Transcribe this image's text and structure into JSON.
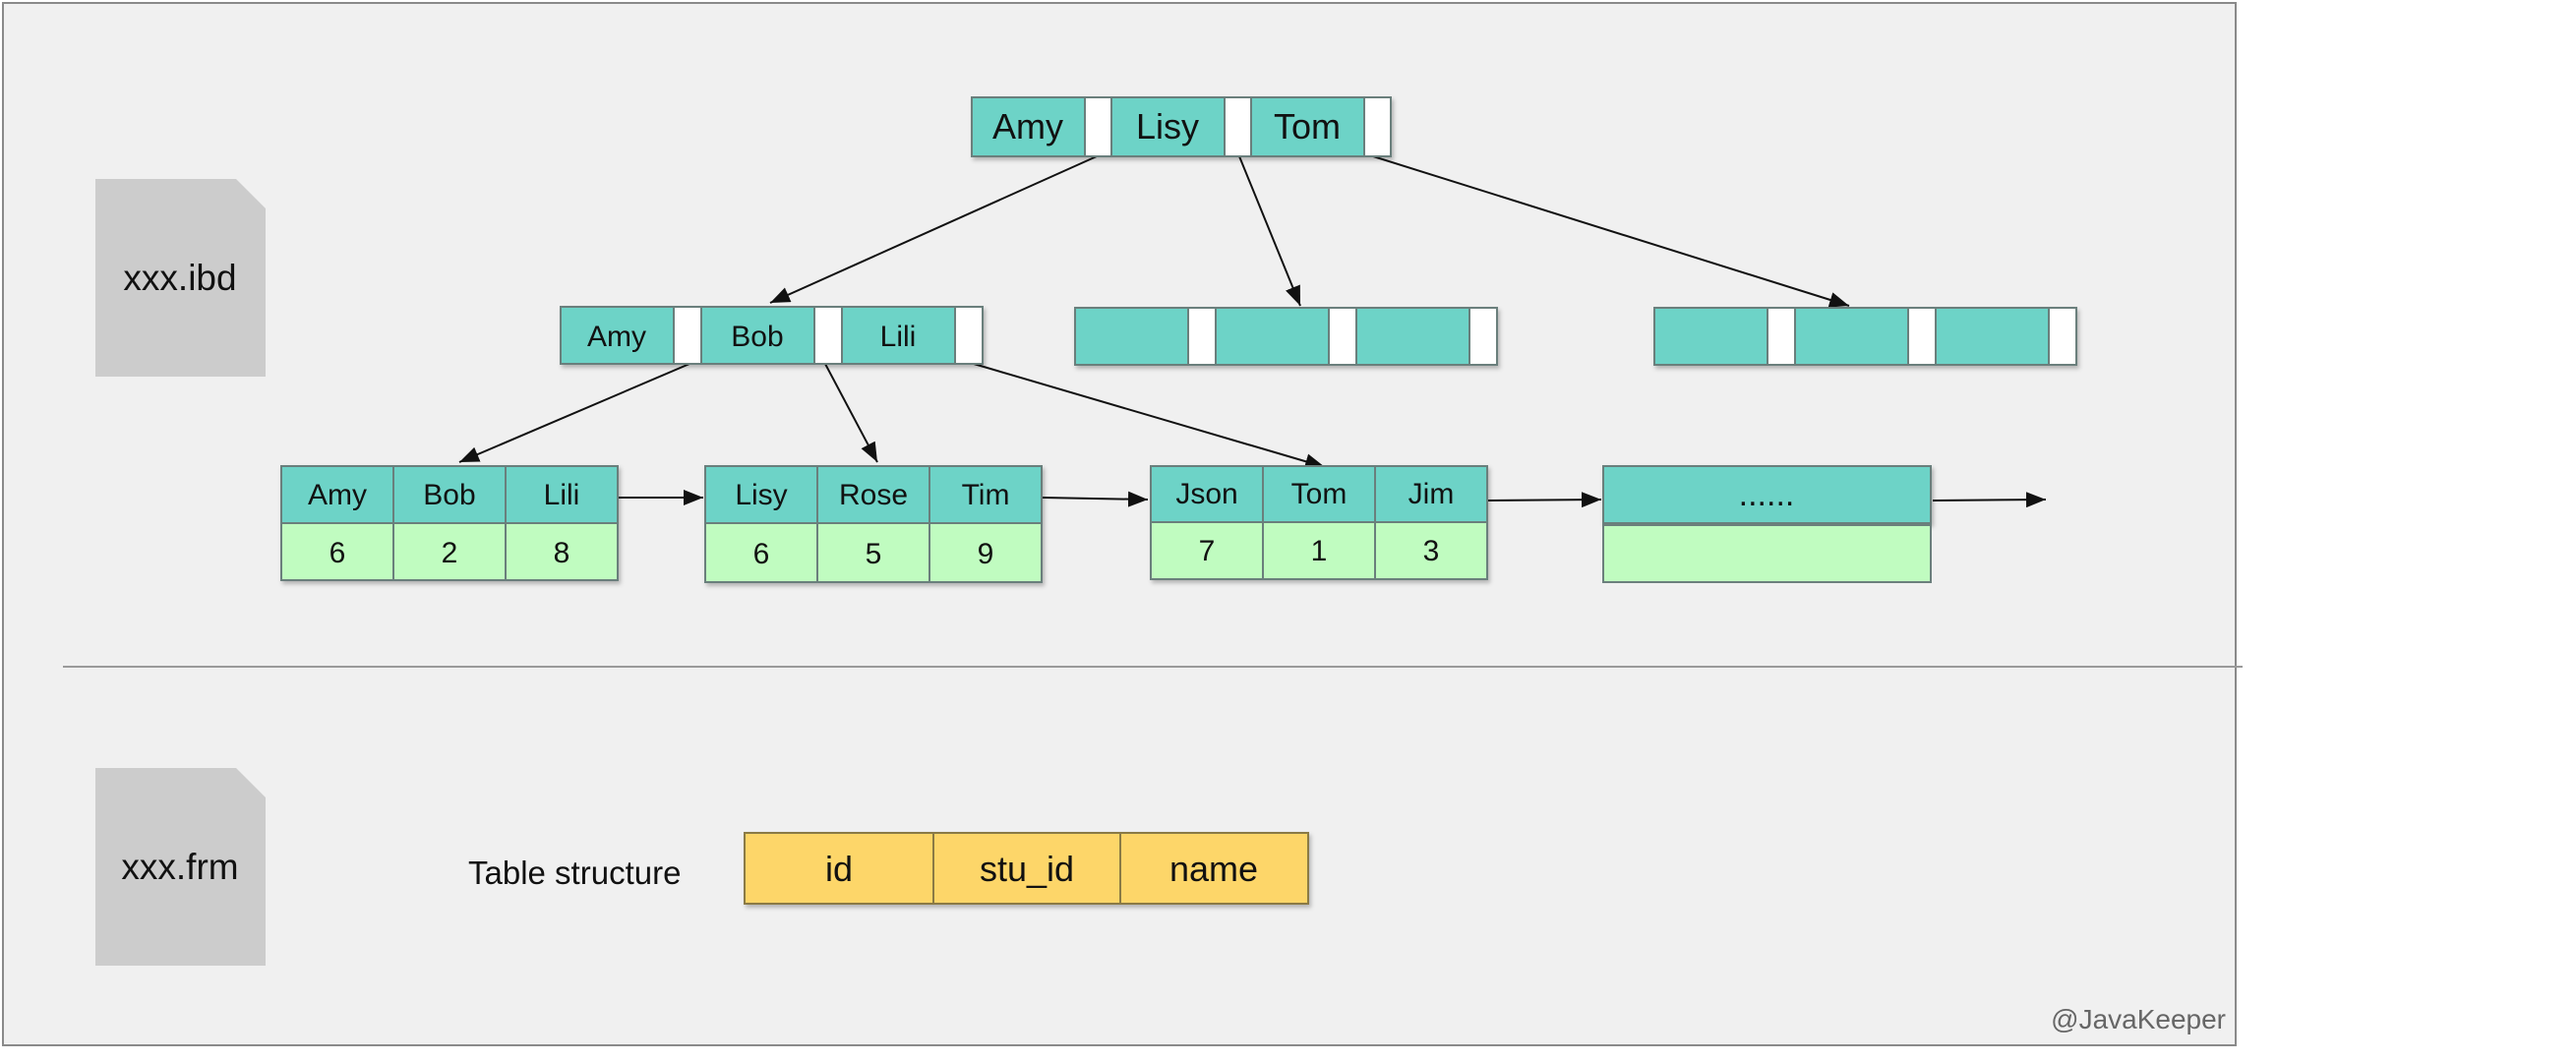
{
  "files": {
    "ibd_label": "xxx.ibd",
    "frm_label": "xxx.frm"
  },
  "tree": {
    "root": {
      "keys": [
        "Amy",
        "Lisy",
        "Tom"
      ]
    },
    "internal": [
      {
        "keys": [
          "Amy",
          "Bob",
          "Lili"
        ]
      },
      {
        "keys": [
          "",
          "",
          ""
        ]
      },
      {
        "keys": [
          "",
          "",
          ""
        ]
      }
    ],
    "leaves": [
      {
        "keys": [
          "Amy",
          "Bob",
          "Lili"
        ],
        "values": [
          "6",
          "2",
          "8"
        ]
      },
      {
        "keys": [
          "Lisy",
          "Rose",
          "Tim"
        ],
        "values": [
          "6",
          "5",
          "9"
        ]
      },
      {
        "keys": [
          "Json",
          "Tom",
          "Jim"
        ],
        "values": [
          "7",
          "1",
          "3"
        ]
      },
      {
        "keys": [
          "......"
        ],
        "values": [
          ""
        ]
      }
    ]
  },
  "table_structure": {
    "label": "Table structure",
    "columns": [
      "id",
      "stu_id",
      "name"
    ]
  },
  "watermark": "@JavaKeeper",
  "colors": {
    "panel": "#f0f0f0",
    "panel_border": "#8a8a8a",
    "key_cell": "#6dd3c7",
    "pointer_cell": "#ffffff",
    "value_cell": "#c0fcc0",
    "column_cell": "#fdd669",
    "file_icon": "#cccccc"
  }
}
